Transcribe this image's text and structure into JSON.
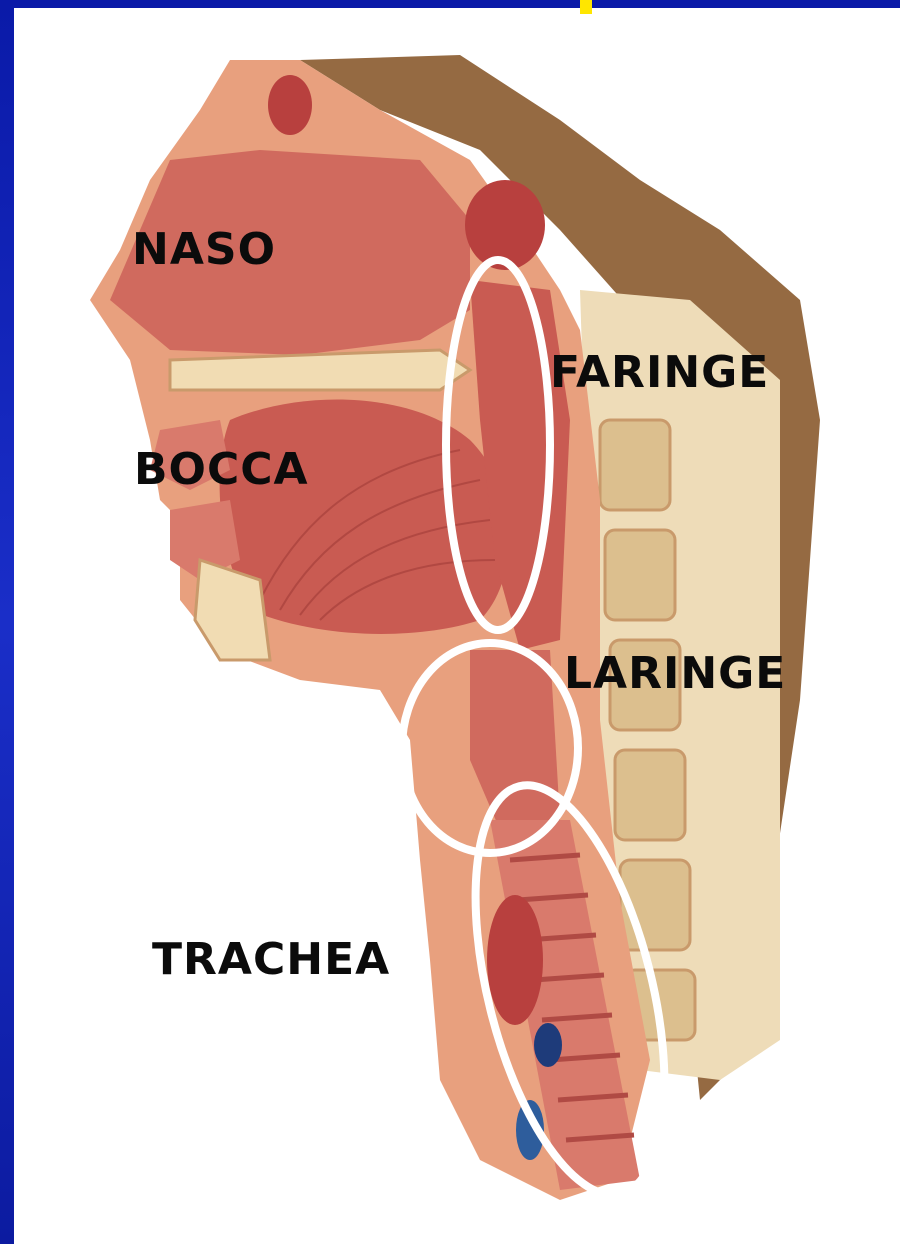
{
  "labels": {
    "naso": "NASO",
    "bocca": "BOCCA",
    "faringe": "FARINGE",
    "laringe": "LARINGE",
    "trachea": "TRACHEA"
  },
  "colors": {
    "background": "#1a2ec8",
    "panel": "#ffffff",
    "accent": "#ffe600",
    "tissue": "#d9756b",
    "highlight_outline": "#ffffff"
  }
}
